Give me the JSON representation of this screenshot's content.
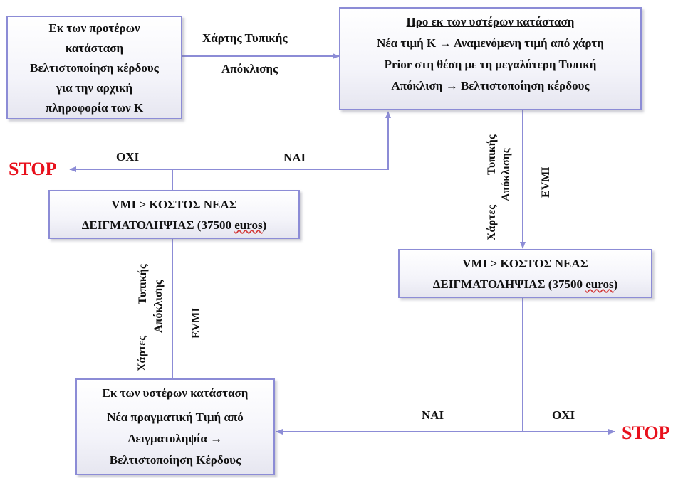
{
  "box_prior": {
    "title_lines": [
      "Εκ των προτέρων",
      "κατάσταση"
    ],
    "body_lines": [
      "Βελτιστοποίηση κέρδους",
      "για την αρχική",
      "πληροφορία των Κ"
    ]
  },
  "box_preposterior": {
    "title": "Προ εκ των υστέρων κατάσταση",
    "body_lines": [
      "Νέα τιμή Κ → Αναμενόμενη  τιμή από χάρτη",
      "Prior στη θέση με τη μεγαλύτερη Τυπική",
      "Απόκλιση → Βελτιστοποίηση κέρδους"
    ]
  },
  "box_vmi_left": {
    "line1": "VMI > ΚΟΣΤΟΣ ΝΕΑΣ",
    "line2_main": "ΔΕΙΓΜΑΤΟΛΗΨΙΑΣ  (37500 ",
    "line2_unit": "euros",
    "line2_end": ")"
  },
  "box_vmi_right": {
    "line1": "VMI > ΚΟΣΤΟΣ ΝΕΑΣ",
    "line2_main": "ΔΕΙΓΜΑΤΟΛΗΨΙΑΣ  (37500 ",
    "line2_unit": "euros",
    "line2_end": ")"
  },
  "box_posterior": {
    "title": "Εκ των υστέρων κατάσταση",
    "body_lines": [
      "Νέα πραγματική Τιμή από",
      "Δειγματοληψία →",
      "Βελτιστοποίηση Κέρδους"
    ]
  },
  "labels": {
    "top_arrow_line1": "Χάρτης Τυπικής",
    "top_arrow_line2": "Απόκλισης",
    "no_top": "ΟΧΙ",
    "yes_top": "ΝΑΙ",
    "yes_bottom": "ΝΑΙ",
    "no_bottom": "ΟΧΙ",
    "stop_top": "STOP",
    "stop_bottom": "STOP",
    "right_vertical_col1": "Χάρτες",
    "right_vertical_col2a": "Τυπικής",
    "right_vertical_col2b": "Απόκλισης",
    "right_vertical_evmi": "EVMI",
    "left_vertical_col1": "Χάρτες",
    "left_vertical_col2a": "Τυπικής",
    "left_vertical_col2b": "Απόκλισης",
    "left_vertical_evmi": "EVMI"
  },
  "colors": {
    "line": "#8c8cd6",
    "stop": "#e8101c"
  }
}
